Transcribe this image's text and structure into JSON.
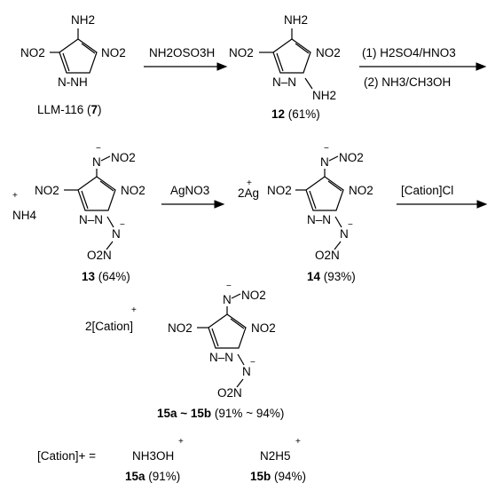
{
  "compound7": {
    "nh2": "NH2",
    "no2_left": "NO2",
    "no2_right": "NO2",
    "nh": "N-NH",
    "label": "LLM-116 (",
    "num": "7",
    "label_close": ")"
  },
  "step1": {
    "reagent": "NH2OSO3H"
  },
  "compound12": {
    "nh2_top": "NH2",
    "no2_left": "NO2",
    "no2_right": "NO2",
    "nn": "N–N",
    "nh2_bottom": "NH2",
    "num": "12",
    "yield": " (61%)"
  },
  "step2": {
    "reagent1": "(1) H2SO4/HNO3",
    "reagent2": "(2) NH3/CH3OH"
  },
  "compound13": {
    "counter": "NH4",
    "plus": "+",
    "n_top": "N",
    "no2_top": "NO2",
    "no2_left": "NO2",
    "no2_right": "NO2",
    "nn": "N–N",
    "n_bottom": "N",
    "o2n": "O2N",
    "num": "13",
    "yield": " (64%)"
  },
  "step3": {
    "reagent": "AgNO3"
  },
  "compound14": {
    "counter": "2Ag",
    "plus": "+",
    "n_top": "N",
    "no2_top": "NO2",
    "no2_left": "NO2",
    "no2_right": "NO2",
    "nn": "N–N",
    "n_bottom": "N",
    "o2n": "O2N",
    "num": "14",
    "yield": " (93%)"
  },
  "step4": {
    "reagent": "[Cation]Cl"
  },
  "compound15": {
    "counter": "2[Cation]",
    "plus": "+",
    "n_top": "N",
    "no2_top": "NO2",
    "no2_left": "NO2",
    "no2_right": "NO2",
    "nn": "N–N",
    "n_bottom": "N",
    "o2n": "O2N",
    "num": "15a ~ 15b",
    "yield": " (91% ~ 94%)"
  },
  "cation_def": {
    "label": "[Cation]+ =",
    "a_formula": "NH3OH",
    "a_num": "15a",
    "a_yield": " (91%)",
    "b_formula": "N2H5",
    "b_num": "15b",
    "b_yield": " (94%)"
  }
}
